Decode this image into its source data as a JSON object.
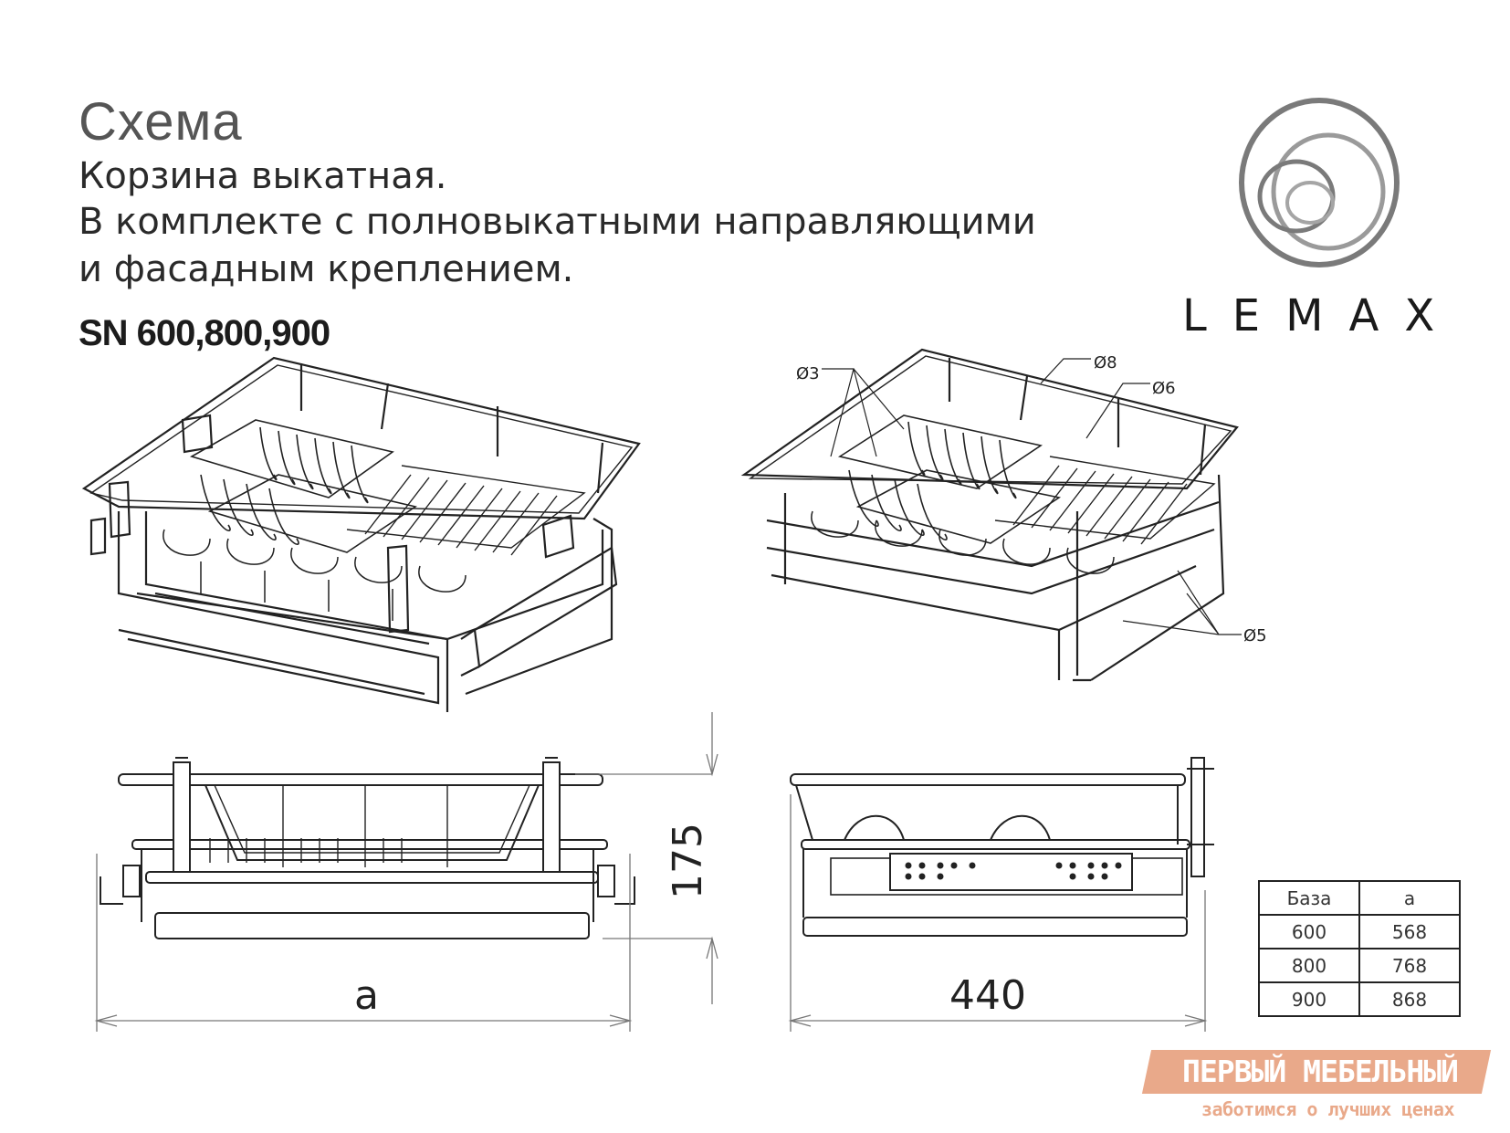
{
  "header": {
    "scheme_title": "Схема",
    "line1": "Корзина выкатная.",
    "line2": "В комплекте с полновыкатными направляющими",
    "line3": "и фасадным креплением.",
    "model": "SN 600,800,900"
  },
  "logo": {
    "text": "LEMAX",
    "icon": "concentric-rings-icon"
  },
  "callouts": {
    "d3": "Ø3",
    "d8": "Ø8",
    "d6": "Ø6",
    "d5": "Ø5"
  },
  "dimensions": {
    "height": "175",
    "width_var": "a",
    "depth": "440"
  },
  "spec_table": {
    "headers": [
      "База",
      "a"
    ],
    "rows": [
      [
        "600",
        "568"
      ],
      [
        "800",
        "768"
      ],
      [
        "900",
        "868"
      ]
    ]
  },
  "brand": {
    "name": "ПЕРВЫЙ МЕБЕЛЬНЫЙ",
    "tagline": "заботимся о лучших ценах",
    "color": "#e9a98a"
  }
}
